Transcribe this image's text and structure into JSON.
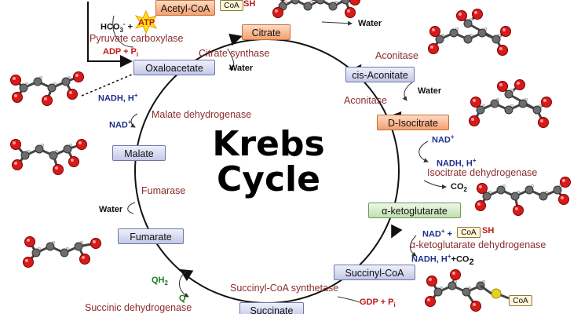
{
  "title": {
    "line1": "Krebs",
    "line2": "Cycle"
  },
  "intermediates": {
    "citrate": "Citrate",
    "cis_aconitate": "cis-Aconitate",
    "d_isocitrate": "D-Isocitrate",
    "alpha_ketoglutarate": "α-ketoglutarate",
    "succinyl_coa": "Succinyl-CoA",
    "succinate": "Succinate",
    "fumarate": "Fumarate",
    "malate": "Malate",
    "oxaloacetate": "Oxaloacetate",
    "acetyl_coa": "Acetyl-CoA"
  },
  "coa_tag": "CoA",
  "sh": "SH",
  "enzymes": {
    "pyruvate_carboxylase": "Pyruvate carboxylase",
    "citrate_synthase": "Citrate synthase",
    "aconitase_1": "Aconitase",
    "aconitase_2": "Aconitase",
    "isocitrate_dehydrogenase": "Isocitrate dehydrogenase",
    "akg_dehydrogenase": "α-ketoglutarate dehydrogenase",
    "succinyl_coa_synthetase": "Succinyl-CoA synthetase",
    "succinic_dehydrogenase": "Succinic dehydrogenase",
    "fumarase": "Fumarase",
    "malate_dehydrogenase": "Malate dehydrogenase"
  },
  "cofactors": {
    "hco3": "HCO",
    "hco3_sub": "3",
    "hco3_sup": "-",
    "plus": "+",
    "atp": "ATP",
    "adp_pi": "ADP + P",
    "pi_sub": "i",
    "water_citrate_syn": "Water",
    "water_top": "Water",
    "water_aconitase": "Water",
    "water_fumarase": "Water",
    "nad": "NAD",
    "nad_sup": "+",
    "nadh": "NADH, H",
    "nadh_sup": "+",
    "co2": "CO",
    "co2_sub": "2",
    "gdp_pi": "GDP + P",
    "qh2": "QH",
    "qh2_sub": "2",
    "q": "Q"
  },
  "colors": {
    "enzyme_text": "#8b2d2d",
    "nad_blue": "#1f2f8a",
    "atp_red": "#c01818",
    "q_green": "#1d7a1d",
    "oxygen": "#d81a1a",
    "carbon": "#6d6d6d",
    "sulfur": "#e6d21e"
  },
  "icons": [
    "atp-star-icon",
    "ball-and-stick-molecule-icon"
  ]
}
